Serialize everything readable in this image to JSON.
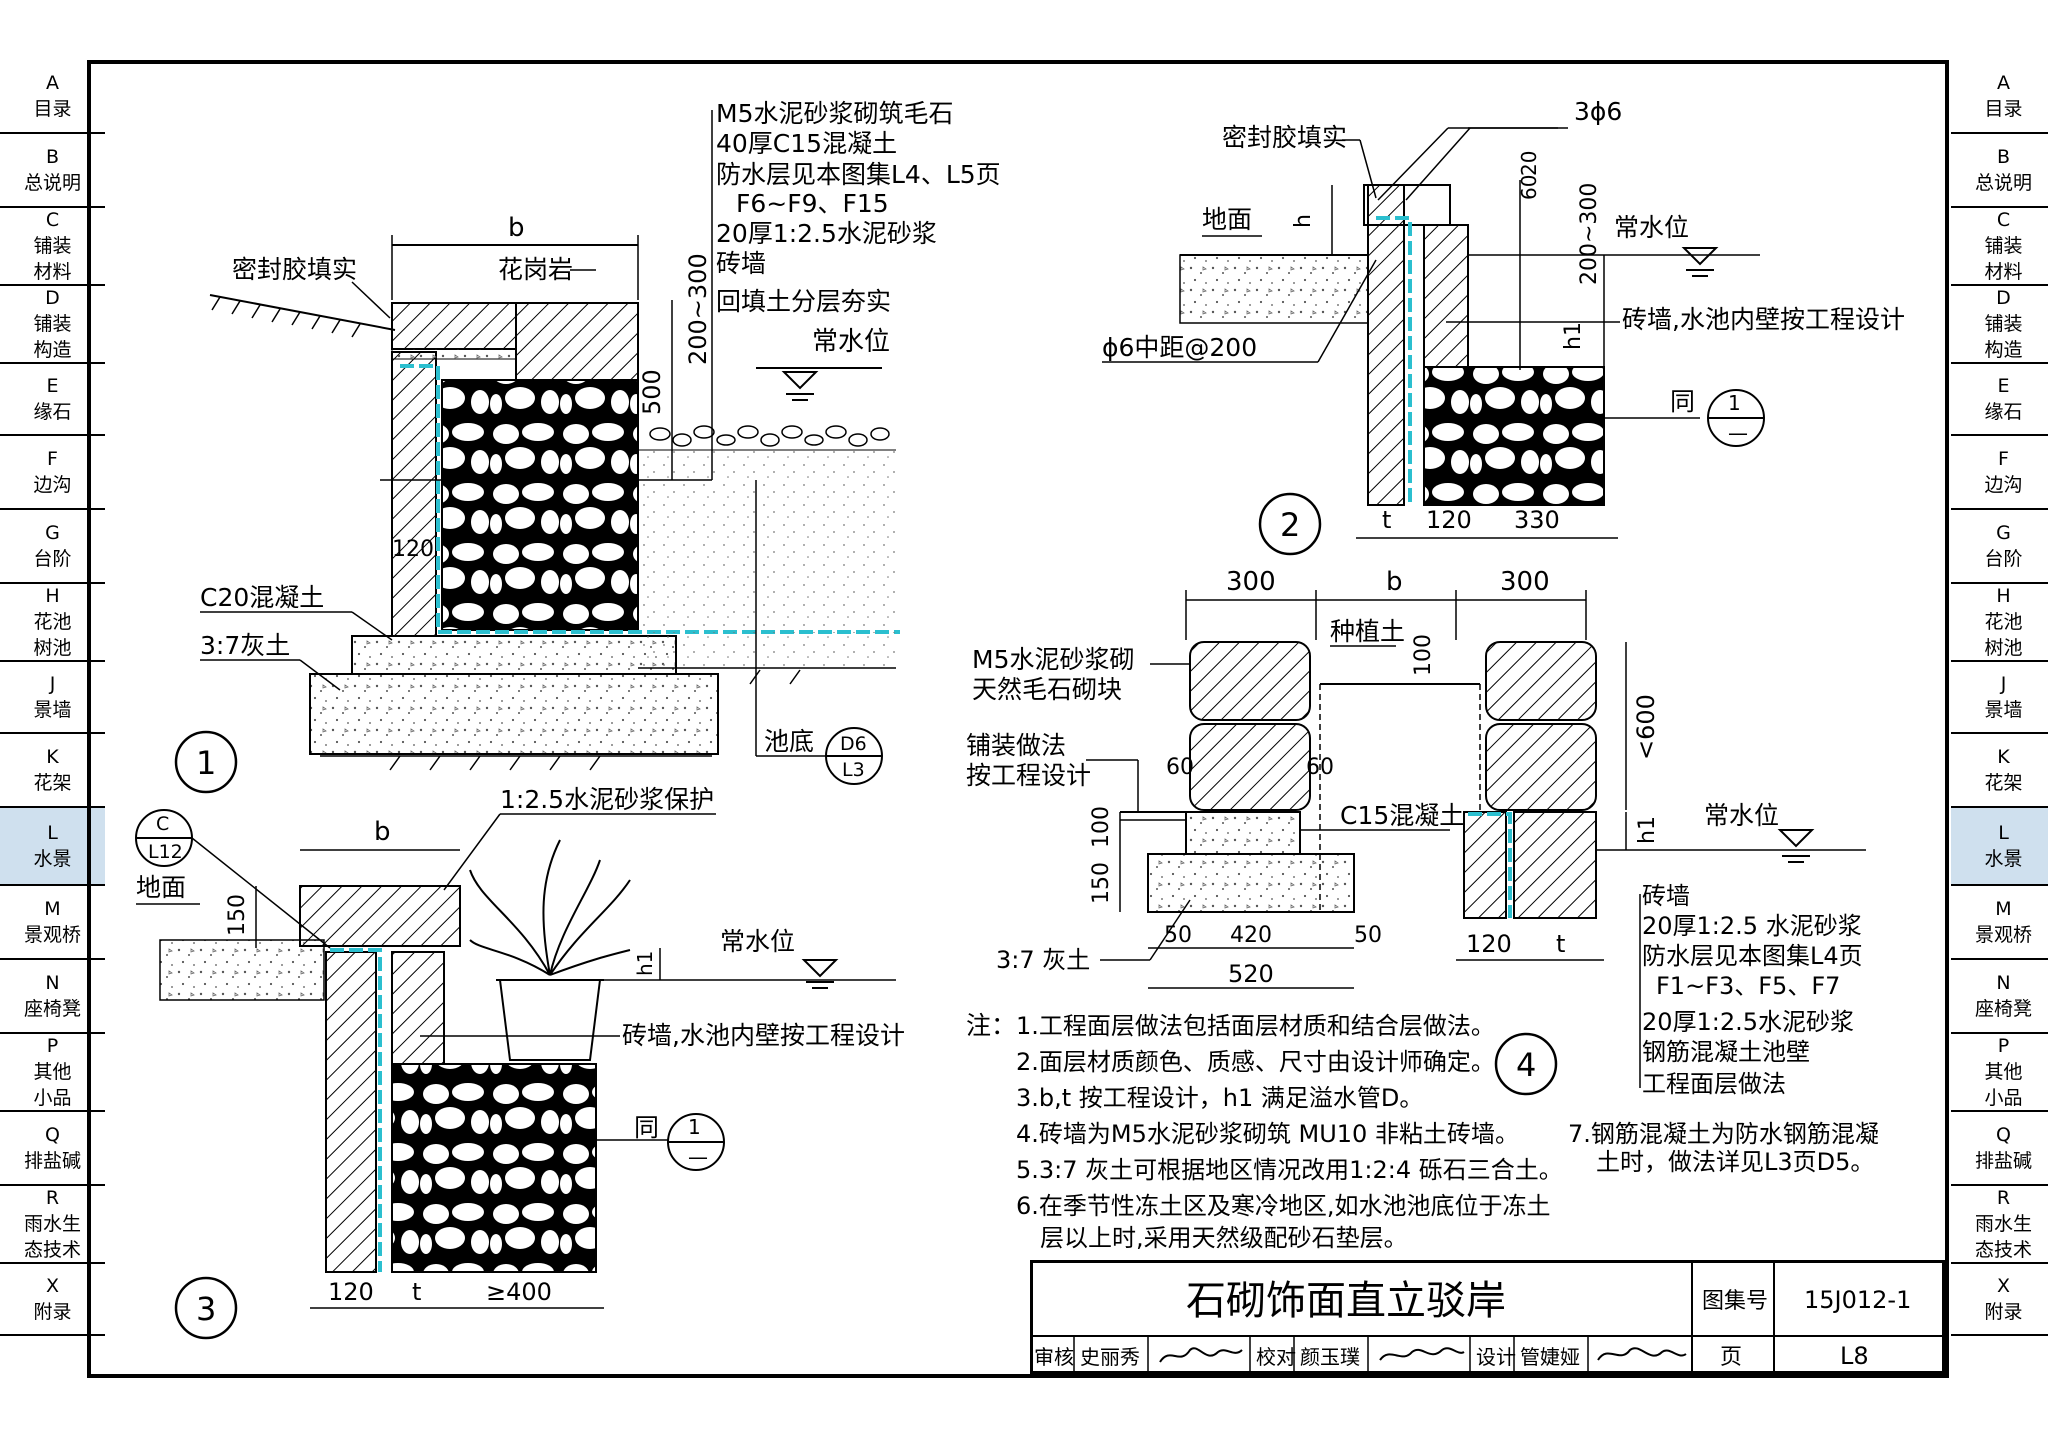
{
  "sidebar": {
    "items": [
      {
        "letter": "A",
        "label": "目录"
      },
      {
        "letter": "B",
        "label": "总说明"
      },
      {
        "letter": "C",
        "label": "铺装\n材料"
      },
      {
        "letter": "D",
        "label": "铺装\n构造"
      },
      {
        "letter": "E",
        "label": "缘石"
      },
      {
        "letter": "F",
        "label": "边沟"
      },
      {
        "letter": "G",
        "label": "台阶"
      },
      {
        "letter": "H",
        "label": "花池\n树池"
      },
      {
        "letter": "J",
        "label": "景墙"
      },
      {
        "letter": "K",
        "label": "花架"
      },
      {
        "letter": "L",
        "label": "水景",
        "active": true
      },
      {
        "letter": "M",
        "label": "景观桥"
      },
      {
        "letter": "N",
        "label": "座椅凳"
      },
      {
        "letter": "P",
        "label": "其他\n小品"
      },
      {
        "letter": "Q",
        "label": "排盐碱"
      },
      {
        "letter": "R",
        "label": "雨水生\n态技术"
      },
      {
        "letter": "X",
        "label": "附录"
      }
    ]
  },
  "detail1": {
    "number": "1",
    "callouts": [
      "M5水泥砂浆砌筑毛石",
      "40厚C15混凝土",
      "防水层见本图集L4、L5页",
      "F6~F9、F15",
      "20厚1:2.5水泥砂浆",
      "砖墙",
      "回填土分层夯实"
    ],
    "dim_b": "b",
    "dim_200_300": "200~300",
    "dim_500": "500",
    "dim_120": "120",
    "label_sealant": "密封胶填实",
    "label_granite": "花岗岩",
    "label_water_level": "常水位",
    "label_c20": "C20混凝土",
    "label_lime": "3:7灰土",
    "label_pool_bottom": "池底",
    "ref_top": "D6",
    "ref_bottom": "L3"
  },
  "detail2": {
    "number": "2",
    "label_sealant": "密封胶填实",
    "label_ground": "地面",
    "dim_h": "h",
    "dim_3phi6": "3ϕ6",
    "dim_60": "60",
    "dim_20": "20",
    "dim_200_300": "200~300",
    "label_water_level": "常水位",
    "label_brick_wall": "砖墙,水池内壁按工程设计",
    "dim_h1": "h1",
    "label_rebar": "ϕ6中距@200",
    "label_same": "同",
    "ref_top": "1",
    "ref_bottom": "—",
    "dim_t": "t",
    "dim_120": "120",
    "dim_330": "330"
  },
  "detail3": {
    "number": "3",
    "ref_top": "C",
    "ref_bottom": "L12",
    "label_mortar": "1:2.5水泥砂浆保护",
    "dim_b": "b",
    "label_ground": "地面",
    "dim_150": "150",
    "dim_h1": "h1",
    "label_water_level": "常水位",
    "label_brick_wall": "砖墙,水池内壁按工程设计",
    "label_same": "同",
    "same_top": "1",
    "same_bottom": "—",
    "dim_120": "120",
    "dim_t": "t",
    "dim_400": "≥400"
  },
  "detail4": {
    "number": "4",
    "dim_300_left": "300",
    "dim_b": "b",
    "dim_300_right": "300",
    "label_planting": "种植土",
    "dim_100_top": "100",
    "label_stone_1": "M5水泥砂浆砌",
    "label_stone_2": "天然毛石砌块",
    "dim_600": "<600",
    "label_paving_1": "铺装做法",
    "label_paving_2": "按工程设计",
    "dim_60_left": "60",
    "dim_60_right": "60",
    "label_c15": "C15混凝土",
    "label_water_level": "常水位",
    "dim_100_left": "100",
    "dim_150": "150",
    "dim_h1": "h1",
    "label_lime": "3:7 灰土",
    "dim_50_left": "50",
    "dim_420": "420",
    "dim_50_right": "50",
    "dim_520": "520",
    "dim_120": "120",
    "dim_t": "t",
    "callouts": [
      "砖墙",
      "20厚1:2.5 水泥砂浆",
      "防水层见本图集L4页",
      "F1~F3、F5、F7",
      "20厚1:2.5水泥砂浆",
      "钢筋混凝土池壁",
      "工程面层做法"
    ]
  },
  "notes": {
    "title": "注：",
    "items": [
      "1.工程面层做法包括面层材质和结合层做法。",
      "2.面层材质颜色、质感、尺寸由设计师确定。",
      "3.b,t 按工程设计，h1 满足溢水管D。",
      "4.砖墙为M5水泥砂浆砌筑 MU10 非粘土砖墙。",
      "5.3:7 灰土可根据地区情况改用1:2:4 砾石三合土。",
      "6.在季节性冻土区及寒冷地区,如水池池底位于冻土",
      "层以上时,采用天然级配砂石垫层。"
    ],
    "item7_line1": "7.钢筋混凝土为防水钢筋混凝",
    "item7_line2": "土时，做法详见L3页D5。"
  },
  "titleblock": {
    "title": "石砌饰面直立驳岸",
    "atlas_label": "图集号",
    "atlas_no": "15J012-1",
    "page_label": "页",
    "page_no": "L8",
    "review_label": "审核",
    "reviewer": "史丽秀",
    "check_label": "校对",
    "checker": "颜玉璞",
    "design_label": "设计",
    "designer": "管婕娅"
  },
  "colors": {
    "membrane": "#2bbfcf",
    "active_tab": "#cfe0ee"
  }
}
